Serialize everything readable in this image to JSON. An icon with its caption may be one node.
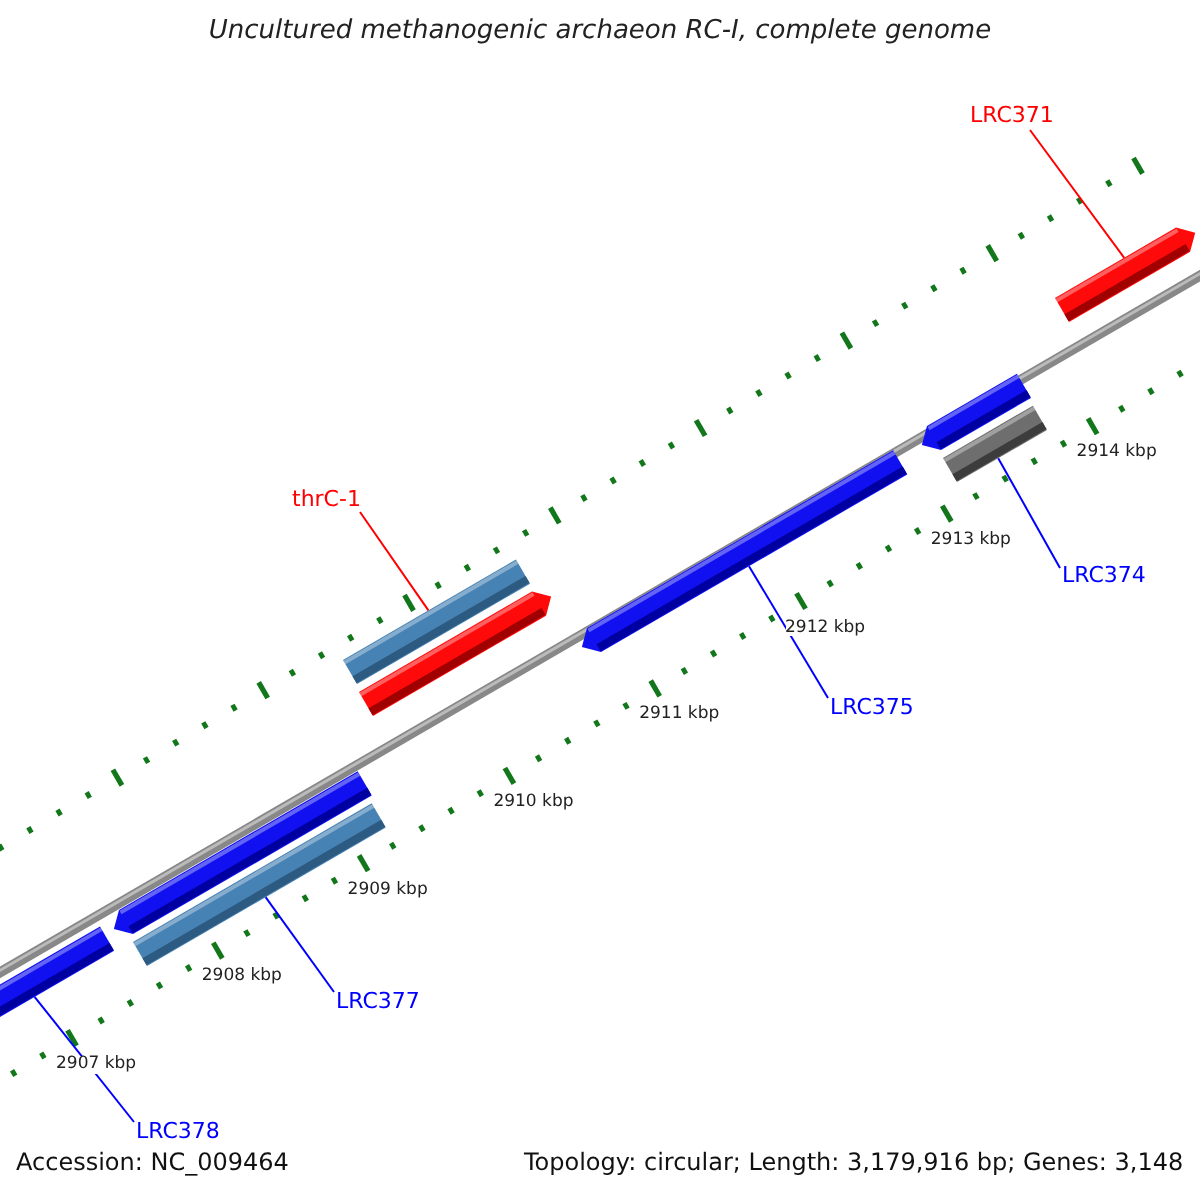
{
  "diagram": {
    "title": "Uncultured methanogenic archaeon RC-I, complete genome",
    "nodes": [
      {
        "text": [
          "LRC371"
        ]
      },
      {
        "text": [
          "thrC-1"
        ]
      },
      {
        "text": [
          "LRC374"
        ]
      },
      {
        "text": [
          "LRC375"
        ]
      },
      {
        "text": [
          "LRC377"
        ]
      },
      {
        "text": [
          "LRC378"
        ]
      },
      {
        "text": [],
        "shape": "bar"
      },
      {
        "text": [],
        "shape": "bar"
      },
      {
        "text": [],
        "shape": "bar"
      },
      {
        "text": [],
        "shape": "bar"
      },
      {
        "text": [],
        "shape": "bar"
      },
      {
        "text": [],
        "shape": "bar"
      },
      {
        "text": [],
        "shape": "bar"
      },
      {
        "text": [],
        "shape": "bar"
      },
      {
        "text": [],
        "shape": "bar"
      }
    ],
    "edges": [
      {
        "from": 0,
        "to": 14,
        "arrow": "none",
        "color": "#ff0000"
      },
      {
        "from": 1,
        "to": 9,
        "arrow": "none",
        "color": "#ff0000"
      },
      {
        "from": 2,
        "to": 13,
        "arrow": "none"
      },
      {
        "from": 3,
        "to": 11,
        "arrow": "none"
      },
      {
        "from": 4,
        "to": 8,
        "arrow": "none"
      },
      {
        "from": 5,
        "to": 6,
        "arrow": "none"
      }
    ],
    "labels": [
      "2907 kbp",
      "2908 kbp",
      "2909 kbp",
      "2910 kbp",
      "2911 kbp",
      "2912 kbp",
      "2913 kbp",
      "2914 kbp",
      "Accession: NC_009464",
      "Topology: circular; Length: 3,179,916 bp; Genes: 3,148"
    ]
  }
}
